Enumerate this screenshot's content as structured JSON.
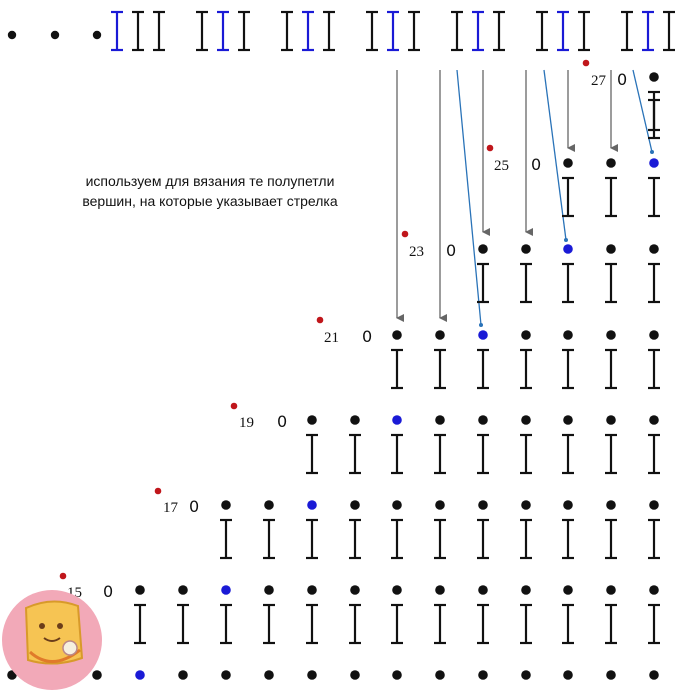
{
  "note": {
    "line1": "используем для вязания те полупетли",
    "line2": "вершин, на которые указывает стрелка"
  },
  "rows": [
    {
      "label": "15",
      "zero": "0"
    },
    {
      "label": "17",
      "zero": "0"
    },
    {
      "label": "19",
      "zero": "0"
    },
    {
      "label": "21",
      "zero": "0"
    },
    {
      "label": "23",
      "zero": "0"
    },
    {
      "label": "25",
      "zero": "0"
    },
    {
      "label": "27",
      "zero": "0"
    }
  ],
  "colors": {
    "stitch": "#111111",
    "highlight": "#1a1ad6",
    "arrow_gray": "#666666",
    "arrow_blue": "#2a73b8",
    "row_marker": "#c0161b",
    "logo_circle": "#f2a9b8",
    "logo_shape": "#f6c453"
  },
  "icons": {
    "chain_stitch": "filled-circle",
    "double_crochet": "I-beam-symbol",
    "row_marker": "red-dot",
    "logo": "cartoon-mascot-logo"
  }
}
